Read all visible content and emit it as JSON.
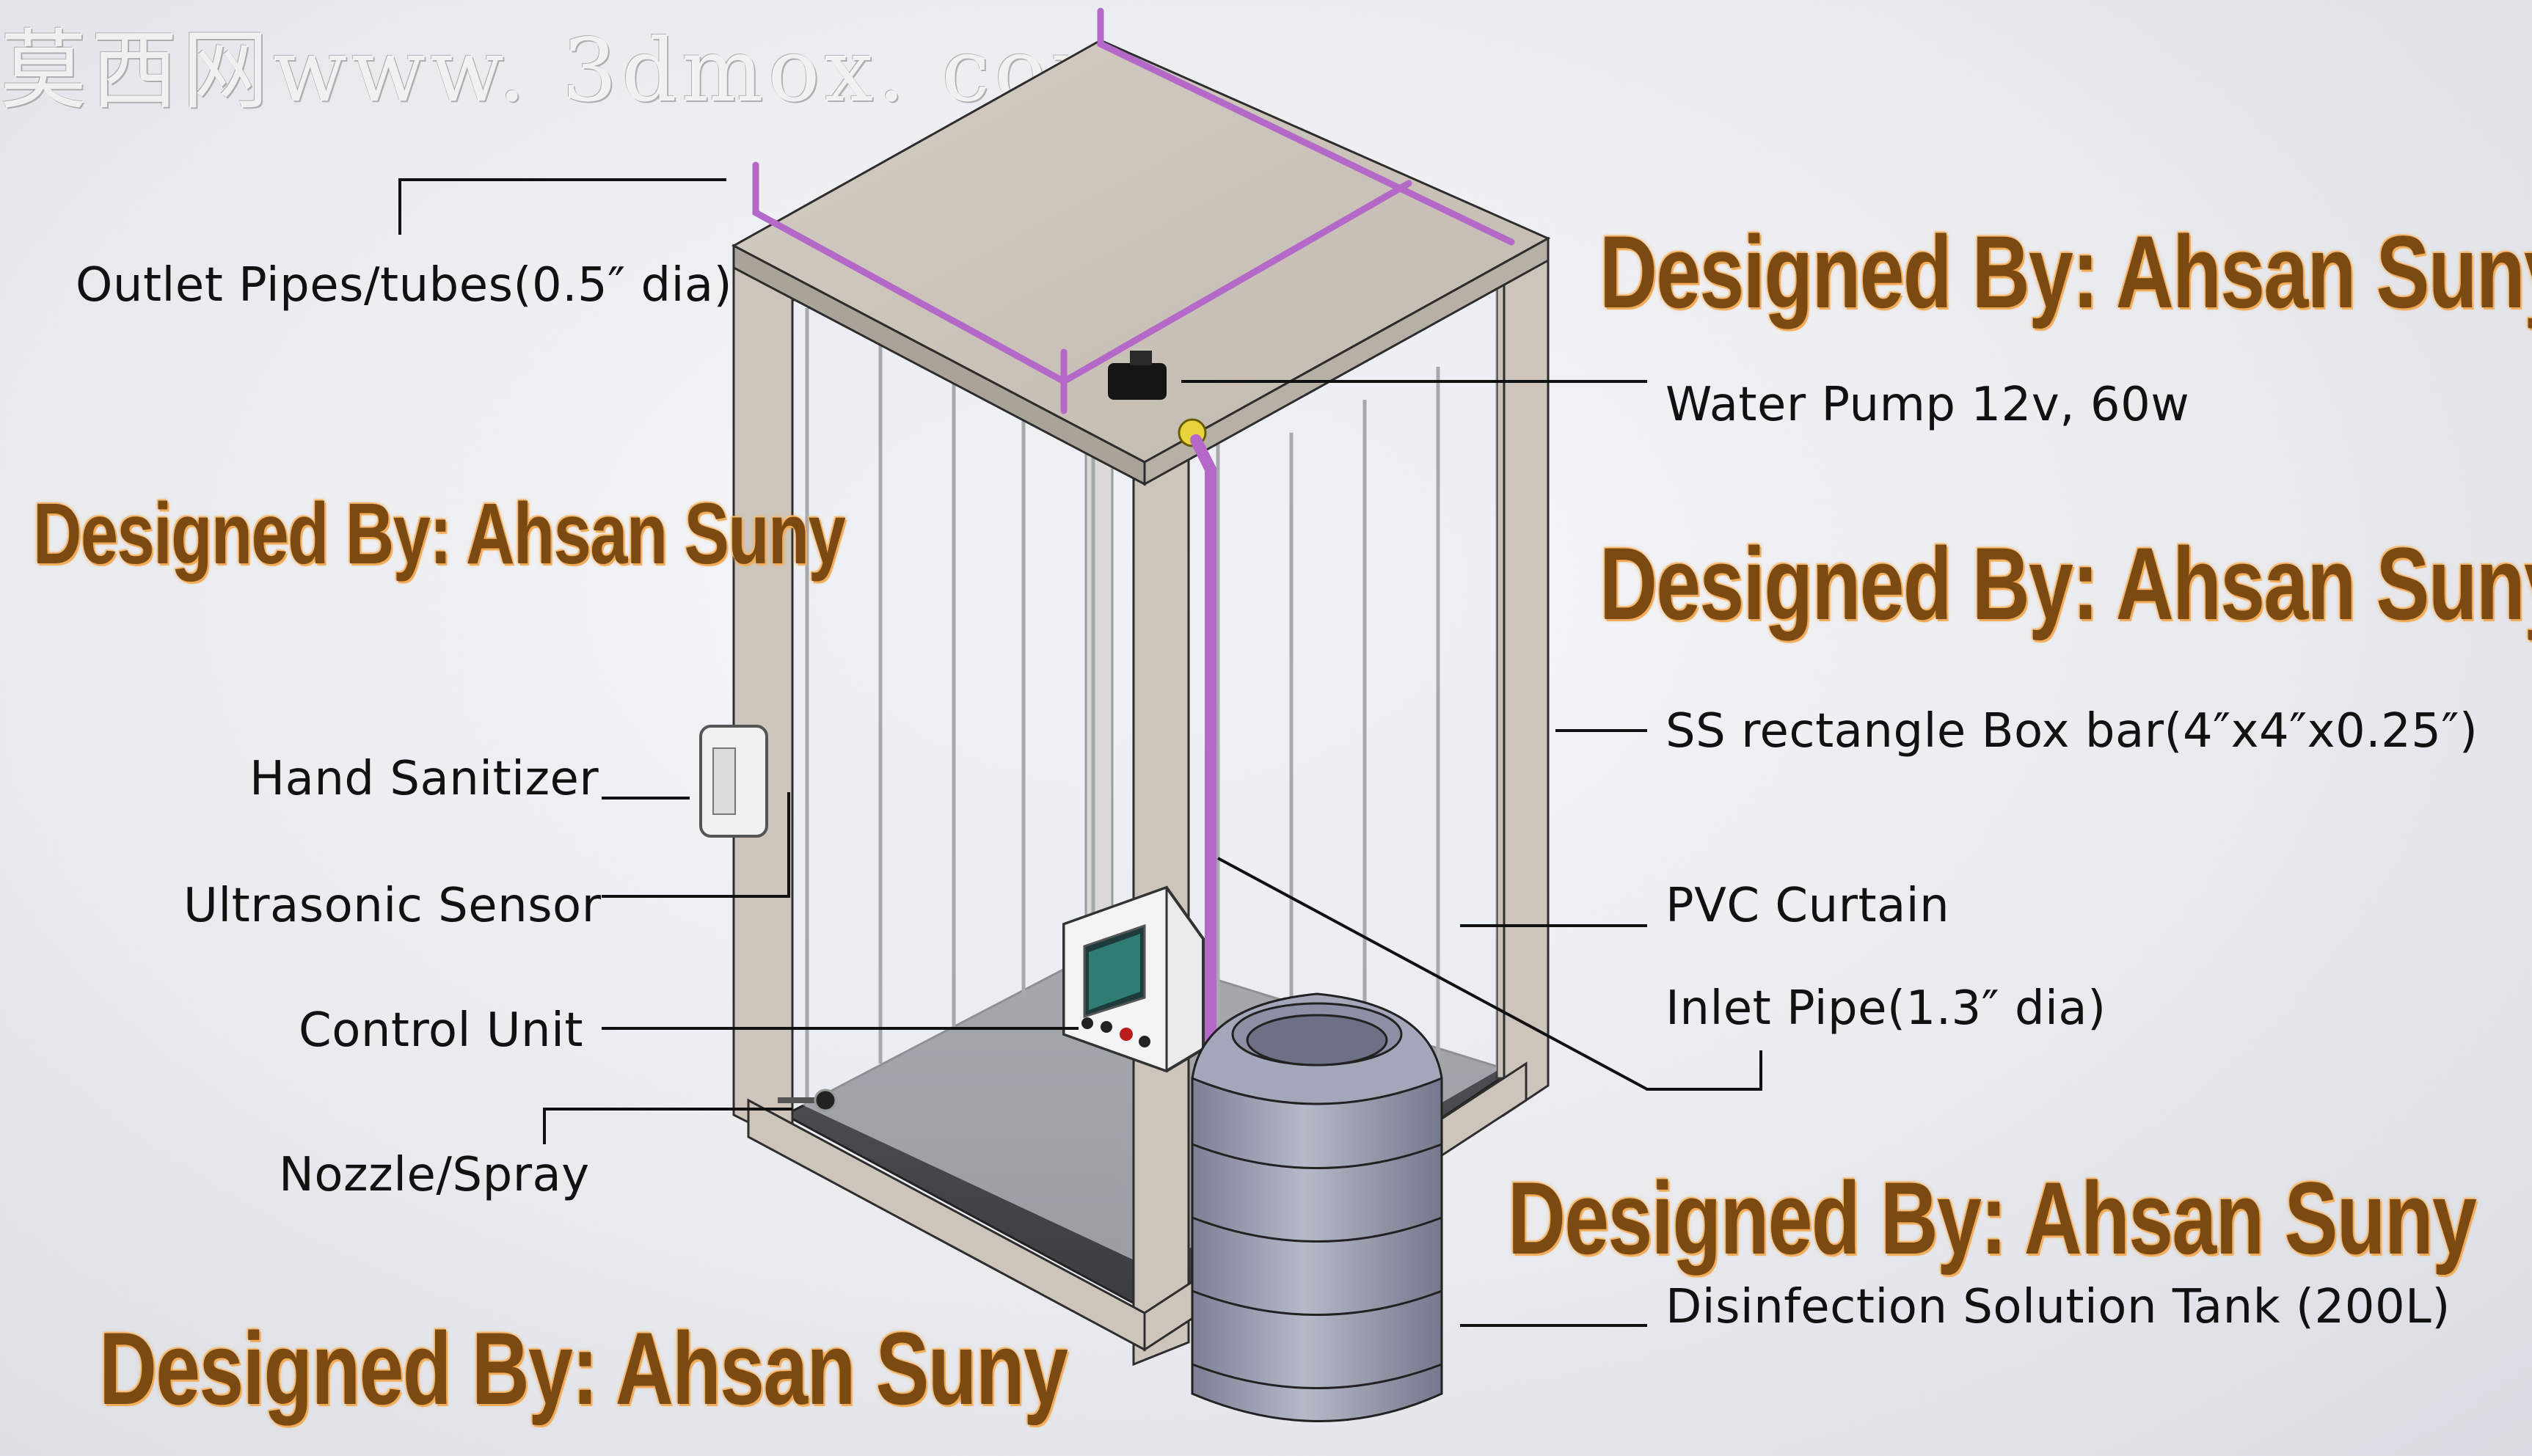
{
  "watermark": {
    "site": "莫西网www. 3dmox. com"
  },
  "designer_credit": "Designed By: Ahsan Suny",
  "labels": {
    "outlet_pipes": "Outlet Pipes/tubes(0.5″ dia)",
    "water_pump": "Water Pump 12v, 60w",
    "box_bar": "SS rectangle Box bar(4″x4″x0.25″)",
    "hand_sanitizer": "Hand Sanitizer",
    "ultrasonic_sensor": "Ultrasonic Sensor",
    "pvc_curtain": "PVC Curtain",
    "control_unit": "Control Unit",
    "inlet_pipe": "Inlet Pipe(1.3″ dia)",
    "nozzle_spray": "Nozzle/Spray",
    "tank": "Disinfection Solution Tank (200L)"
  },
  "colors": {
    "frame": "#cdc5bb",
    "frame_dark": "#8d857c",
    "pipe": "#b469c8",
    "tank": "#9a9db0",
    "credit_text": "#7a4a12",
    "credit_glow": "#f0a040"
  }
}
